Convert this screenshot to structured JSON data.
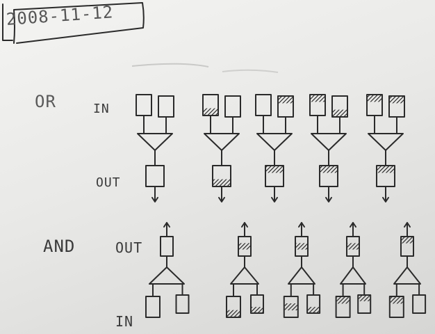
{
  "date_note": "2008-11-12",
  "or_row": {
    "title": "OR",
    "in_label": "IN",
    "out_label": "OUT"
  },
  "and_row": {
    "title": "AND",
    "out_label": "OUT",
    "in_label": "IN"
  },
  "ink_color": "#2a2a2a",
  "board_color": "#ededeb"
}
